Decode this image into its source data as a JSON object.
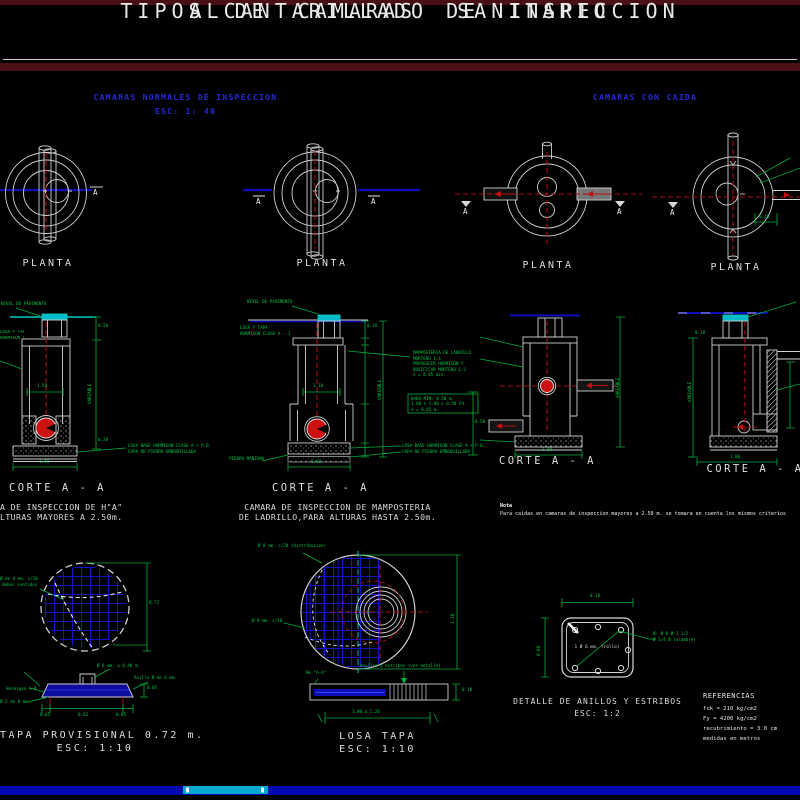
{
  "header": {
    "title_line1": "ALCANTARILLADO  SANITARIO",
    "title_line2": "TIPOS  DE  CAMARAS  DE  INSPECCION"
  },
  "groups": {
    "normales": {
      "title": "CAMARAS NORMALES DE INSPECCION",
      "scale": "ESC:    1: 40"
    },
    "caida": {
      "title": "CAMARAS CON CAIDA"
    }
  },
  "labels": {
    "planta": "PLANTA",
    "corte": "CORTE  A  -  A",
    "section_marker": "A"
  },
  "captions": {
    "camara_ha": {
      "line1": "A DE INSPECCION DE H\"A\"",
      "line2": "LTURAS MAYORES A 2.50m."
    },
    "camara_mamposteria": {
      "line1": "CAMARA DE INSPECCION DE MAMPOSTERIA",
      "line2": "DE LADRILLO,PARA ALTURAS HASTA 2.50m."
    }
  },
  "nota": {
    "title": "Nota",
    "body": "Para caidas en camaras de inspeccion mayores a 2.50 m. se tomara en cuenta los mismos criterios"
  },
  "tapa_provisional": {
    "title": "TAPA PROVISIONAL 0.72 m.",
    "scale": "ESC:    1:10",
    "ann_top1": "Ø de 6 mm. c/10",
    "ann_top2": "Ambos sentidos",
    "ann_handle": "Ø 6 mm. a 0.40 m.",
    "ann_ring": "Anillo Ø de 6 mm.",
    "ann_hormigon": "Hormigon A-B",
    "ann_bar": "Ø 2 de 8 mm."
  },
  "losa_tapa": {
    "title": "LOSA TAPA",
    "scale": "ESC:    1:10",
    "ann_distribucion": "Ø 8 mm. c/20 (distribucion)",
    "ann_refuerzo": "Ø 8 mm. c/10",
    "ann_na": "Ne \"A-A\"",
    "ann_anillos": "Anillos y estribos (ver detalle)"
  },
  "detalle": {
    "title": "DETALLE DE ANILLOS Y ESTRIBOS",
    "scale": "ESC:  1:2",
    "label_inner": "1 Ø 6 mm. (rollo)",
    "ann_right1": "Ø- Ø 6 Ø 1 1/2",
    "ann_right2": "Ø 1/4 Ø (alambre)"
  },
  "referencias": {
    "title": "REFERENCIAS",
    "lines": [
      "fck = 210  kg/cm2",
      "Fy = 4200 kg/cm2",
      "recubrimiento = 3.0 cm",
      "medidas en metros"
    ]
  },
  "annotations": {
    "nivel_pavimento": "NIVEL DE PAVIMENTO",
    "variable": "VARIABLE",
    "losa_y_tapa_1": "LOSA Y TAPA",
    "losa_y_tapa_2": "HORMIGON CLASE A - 1",
    "mamposteria": [
      "MAMPOSTERIA DE LADRILLO",
      "MORTERO 1:4",
      "PROSEGUIR HORMIGON Y",
      "DOSIFICAR MORTERO 1:3",
      "e = 0.05 min."
    ],
    "nota_box": [
      "DADO MIN. 0.50 m.",
      "1.00 x 1.00 x 0.50 Fd.",
      "e = 0.05 m."
    ],
    "losa_base": "LOSA BASE HORMIGON CLASE A + P.D.",
    "capa_piedra": "CAPA DE PIEDRA EMBOQUILLADA",
    "piedra_manzana": "PIEDRA MANZANA"
  },
  "dims": {
    "d005": "0.05",
    "d008": "0.08",
    "d010": "0.10",
    "d018": "0.18",
    "d020": "0.20",
    "d040": "0.40",
    "d050": "0.50",
    "d062": "0.62",
    "d072": "0.72",
    "d100": "1.00",
    "d110": "1.10",
    "d120": "1.20",
    "d140": "1.40",
    "d150": "1.50",
    "span": "1.00 a 1.20"
  },
  "colors": {
    "accent_green": "#00c546",
    "accent_red": "#cc1111",
    "accent_blue": "#0d0dbb",
    "accent_cyan": "#00c9c9",
    "maroon_bar": "#4a1013",
    "bottom_bar": "#0009ad"
  }
}
